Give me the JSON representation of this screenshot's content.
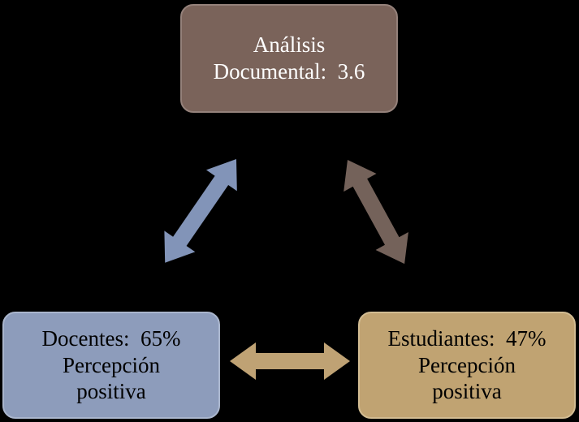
{
  "diagram": {
    "background": "#000000",
    "nodes": {
      "analisis": {
        "lines": [
          "Análisis",
          "Documental:  3.6"
        ],
        "fill": "#7a635a",
        "text_color": "#ffffff"
      },
      "docentes": {
        "lines": [
          "Docentes:  65%",
          "Percepción",
          "positiva"
        ],
        "fill": "#8d9cbb",
        "text_color": "#000000"
      },
      "estudiantes": {
        "lines": [
          "Estudiantes:  47%",
          "Percepción",
          "positiva"
        ],
        "fill": "#c0a372",
        "text_color": "#000000"
      }
    },
    "arrows": {
      "left": {
        "name": "analisis-docentes",
        "color": "#8294b8"
      },
      "right": {
        "name": "analisis-estudiantes",
        "color": "#74625a"
      },
      "bottom": {
        "name": "docentes-estudiantes",
        "color": "#bfa274"
      }
    }
  }
}
